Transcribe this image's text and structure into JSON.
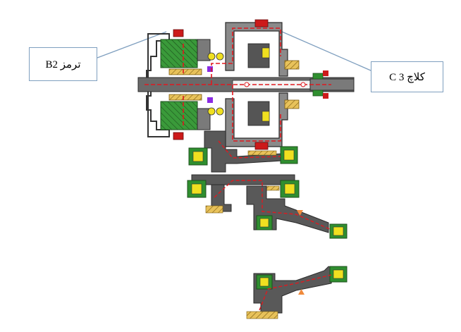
{
  "callouts": [
    {
      "id": "b2",
      "label": "ترمز B2"
    },
    {
      "id": "c3",
      "label": "کلاچ C 3"
    }
  ],
  "colors": {
    "body_gray": "#595959",
    "part_green": "#2f8f2f",
    "hatch_yellow": "#e0b33a",
    "oil_red": "#e0191f",
    "seal_red": "#cc1a1a",
    "bearing_yellow": "#f0e020",
    "accent_purple": "#8a2be2",
    "leader_blue": "#7f9fbf"
  }
}
